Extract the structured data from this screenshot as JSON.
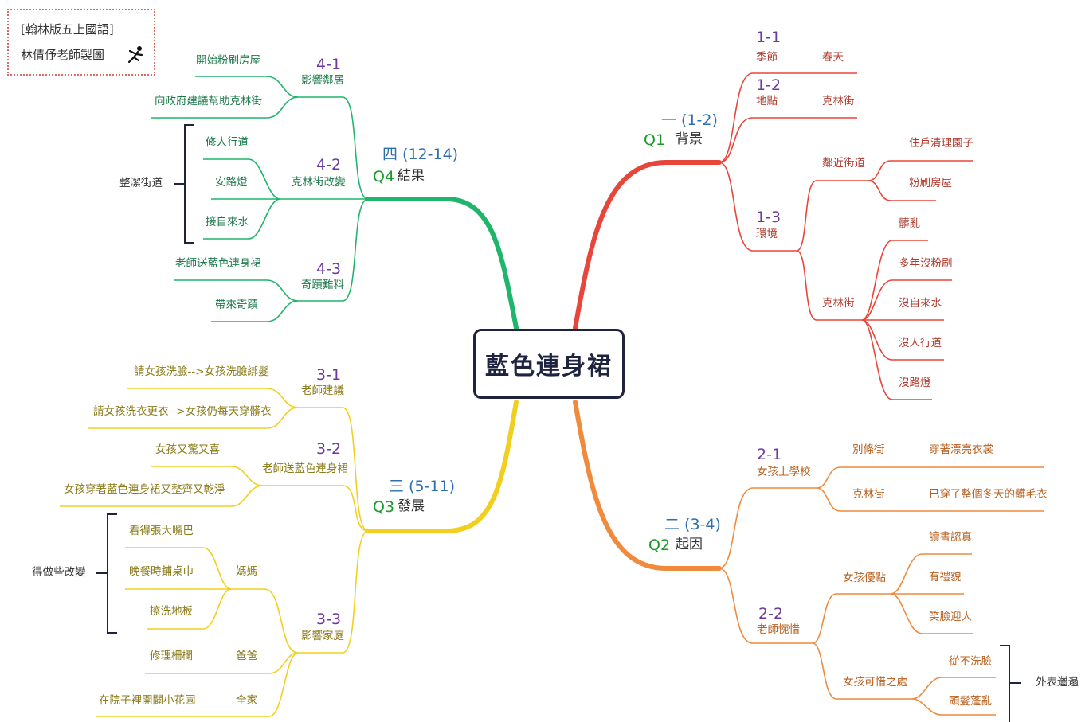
{
  "credit": {
    "line1": "[翰林版五上國語]",
    "line2": "林倩伃老師製圖"
  },
  "center": {
    "title": "藍色連身裙"
  },
  "colors": {
    "red": "#e8463a",
    "orange": "#f08a3c",
    "yellow": "#f2cf1f",
    "green": "#1fb56a",
    "dark": "#1e2340"
  },
  "q1": {
    "range": "一 (1-2)",
    "q": "Q1",
    "title": "背景",
    "s1": {
      "num": "1-1",
      "label": "季節",
      "value": "春天"
    },
    "s2": {
      "num": "1-2",
      "label": "地點",
      "value": "克林街"
    },
    "s3": {
      "num": "1-3",
      "label": "環境",
      "neighbor": {
        "label": "鄰近街道",
        "items": [
          "住戶清理園子",
          "粉刷房屋"
        ]
      },
      "street": {
        "label": "克林街",
        "items": [
          "髒亂",
          "多年沒粉刷",
          "沒自來水",
          "沒人行道",
          "沒路燈"
        ]
      }
    }
  },
  "q2": {
    "range": "二 (3-4)",
    "q": "Q2",
    "title": "起因",
    "s1": {
      "num": "2-1",
      "label": "女孩上學校",
      "rows": [
        {
          "label": "別條街",
          "value": "穿著漂亮衣裳"
        },
        {
          "label": "克林街",
          "value": "已穿了整個冬天的髒毛衣"
        }
      ]
    },
    "s2": {
      "num": "2-2",
      "label": "老師惋惜",
      "merits": {
        "label": "女孩優點",
        "items": [
          "讀書認真",
          "有禮貌",
          "笑臉迎人"
        ]
      },
      "pity": {
        "label": "女孩可惜之處",
        "items": [
          "從不洗臉",
          "頭髮蓬亂"
        ],
        "bracket": "外表邋遢"
      }
    }
  },
  "q3": {
    "range": "三 (5-11)",
    "q": "Q3",
    "title": "發展",
    "s1": {
      "num": "3-1",
      "label": "老師建議",
      "items": [
        "請女孩洗臉-->女孩洗臉綁髮",
        "請女孩洗衣更衣-->女孩仍每天穿髒衣"
      ]
    },
    "s2": {
      "num": "3-2",
      "label": "老師送藍色連身裙",
      "items": [
        "女孩又驚又喜",
        "女孩穿著藍色連身裙又整齊又乾淨"
      ]
    },
    "s3": {
      "num": "3-3",
      "label": "影響家庭",
      "mom": {
        "label": "媽媽",
        "items": [
          "看得張大嘴巴",
          "晚餐時鋪桌巾",
          "擦洗地板"
        ],
        "bracket": "得做些改變"
      },
      "dad": {
        "label": "爸爸",
        "item": "修理柵欄"
      },
      "all": {
        "label": "全家",
        "item": "在院子裡開闢小花園"
      }
    }
  },
  "q4": {
    "range": "四 (12-14)",
    "q": "Q4",
    "title": "結果",
    "s1": {
      "num": "4-1",
      "label": "影響鄰居",
      "items": [
        "開始粉刷房屋",
        "向政府建議幫助克林街"
      ]
    },
    "s2": {
      "num": "4-2",
      "label": "克林街改變",
      "items": [
        "修人行道",
        "安路燈",
        "接自來水"
      ],
      "bracket": "整潔街道"
    },
    "s3": {
      "num": "4-3",
      "label": "奇蹟難料",
      "items": [
        "老師送藍色連身裙",
        "帶來奇蹟"
      ]
    }
  }
}
